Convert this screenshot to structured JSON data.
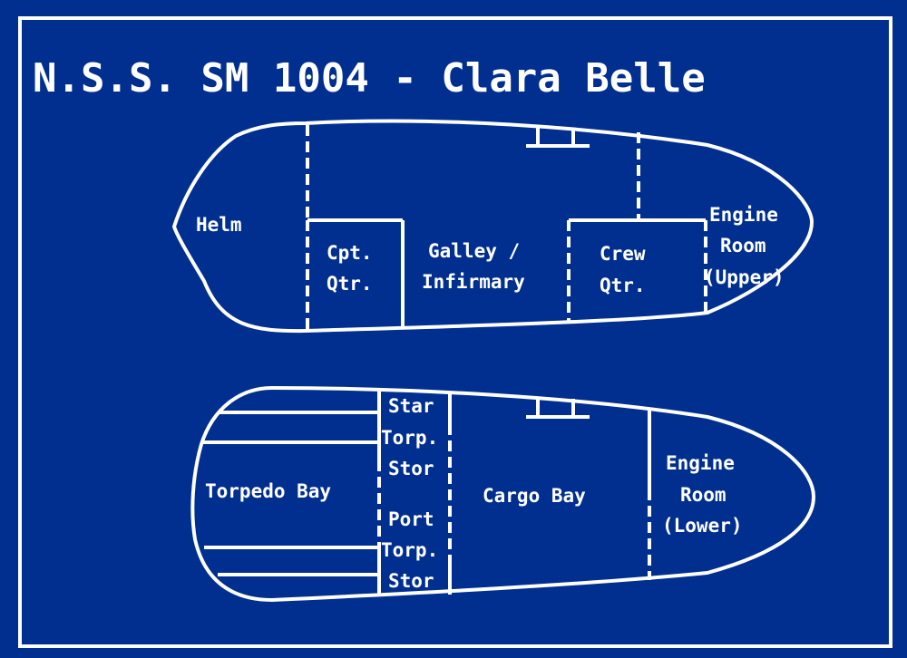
{
  "title": "N.S.S. SM 1004 - Clara Belle",
  "colors": {
    "background": "#002f8f",
    "lines": "#ffffff"
  },
  "upper_deck": {
    "rooms": {
      "helm": [
        "Helm"
      ],
      "captain_quarters": [
        "Cpt.",
        "Qtr."
      ],
      "galley_infirmary": [
        "Galley /",
        "Infirmary"
      ],
      "crew_quarters": [
        "Crew",
        "Qtr."
      ],
      "engine_room_upper": [
        "Engine",
        "Room",
        "(Upper)"
      ]
    }
  },
  "lower_deck": {
    "rooms": {
      "torpedo_bay": [
        "Torpedo Bay"
      ],
      "starboard_torpedo_storage": [
        "Star",
        "Torp.",
        "Stor"
      ],
      "port_torpedo_storage": [
        "Port",
        "Torp.",
        "Stor"
      ],
      "cargo_bay": [
        "Cargo Bay"
      ],
      "engine_room_lower": [
        "Engine",
        "Room",
        "(Lower)"
      ]
    }
  }
}
